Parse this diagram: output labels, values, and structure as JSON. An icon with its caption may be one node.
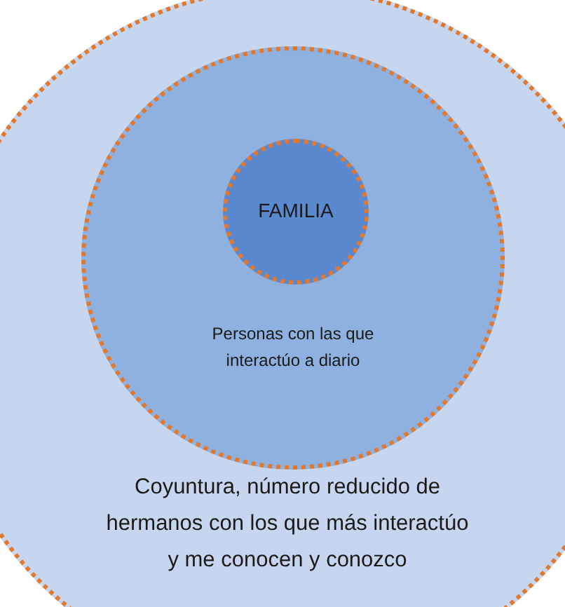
{
  "diagram": {
    "nodes": [
      {
        "text": [
          "Coyuntura, número reducido de hermanos con los que más interactúo y me conocen y conozco"
        ]
      },
      {
        "text": [
          "Personas con las que interactúo a diario"
        ],
        "in": 0
      },
      {
        "text": [
          "FAMILIA"
        ],
        "in": 1
      }
    ]
  }
}
